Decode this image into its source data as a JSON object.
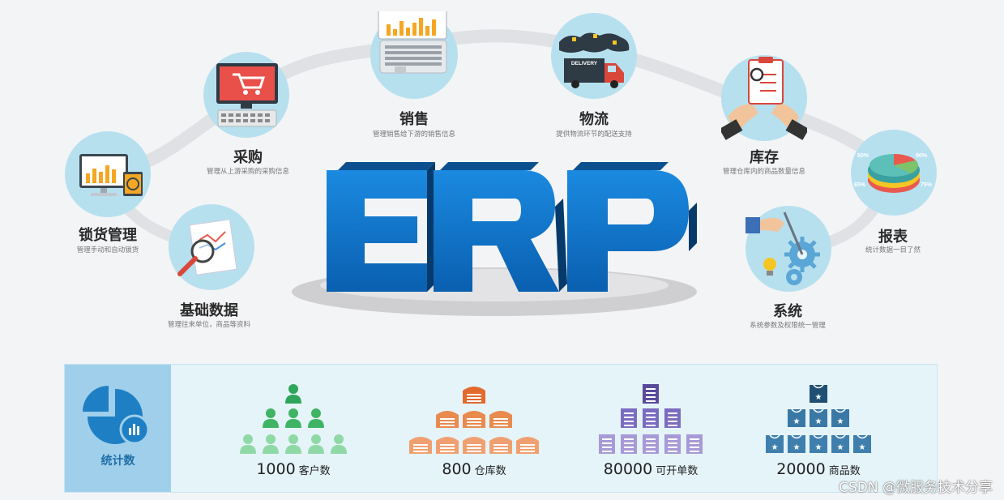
{
  "modules": [
    {
      "id": "lock",
      "title": "锁货管理",
      "desc": "管理手动和自动锁货",
      "icon": "chart-monitor-icon"
    },
    {
      "id": "basic",
      "title": "基础数据",
      "desc": "管理往来单位，商品等资料",
      "icon": "magnifier-report-icon"
    },
    {
      "id": "purchase",
      "title": "采购",
      "desc": "管理从上游采购的采购信息",
      "icon": "shopping-cart-computer-icon"
    },
    {
      "id": "sales",
      "title": "销售",
      "desc": "管理销售给下游的销售信息",
      "icon": "laptop-chart-icon"
    },
    {
      "id": "logistics",
      "title": "物流",
      "desc": "提供物流环节的配送支持",
      "icon": "delivery-truck-icon",
      "truck_label": "DELIVERY"
    },
    {
      "id": "inventory",
      "title": "库存",
      "desc": "管理仓库内的商品数量信息",
      "icon": "clipboard-magnifier-icon"
    },
    {
      "id": "report",
      "title": "报表",
      "desc": "统计数据一目了然",
      "icon": "pie-chart-icon",
      "pcts": [
        "50%",
        "90%",
        "65%",
        "75%"
      ]
    },
    {
      "id": "system",
      "title": "系统",
      "desc": "系统参数及权限统一管理",
      "icon": "gears-icon"
    }
  ],
  "center_logo": "ERP",
  "stats": {
    "side_label": "统计数",
    "items": [
      {
        "value": "1000",
        "label": "客户数",
        "icon": "people-pyramid-icon",
        "color": "#55c07a",
        "top_color": "#2fa55a"
      },
      {
        "value": "800",
        "label": "仓库数",
        "icon": "warehouse-pyramid-icon",
        "color": "#f0a070",
        "top_color": "#e26a2c"
      },
      {
        "value": "80000",
        "label": "可开单数",
        "icon": "document-pyramid-icon",
        "color": "#a79ad6",
        "top_color": "#5b4b9c"
      },
      {
        "value": "20000",
        "label": "商品数",
        "icon": "product-box-pyramid-icon",
        "color": "#3a78a5",
        "top_color": "#1f4f73"
      }
    ]
  },
  "watermark": "CSDN @微服务技术分享",
  "colors": {
    "background": "#f3f4f6",
    "circle": "#b7e0ef",
    "erp_blue": "#1d7fd1",
    "panel": "#e5f4f9",
    "panel_side": "#9fcfea"
  }
}
